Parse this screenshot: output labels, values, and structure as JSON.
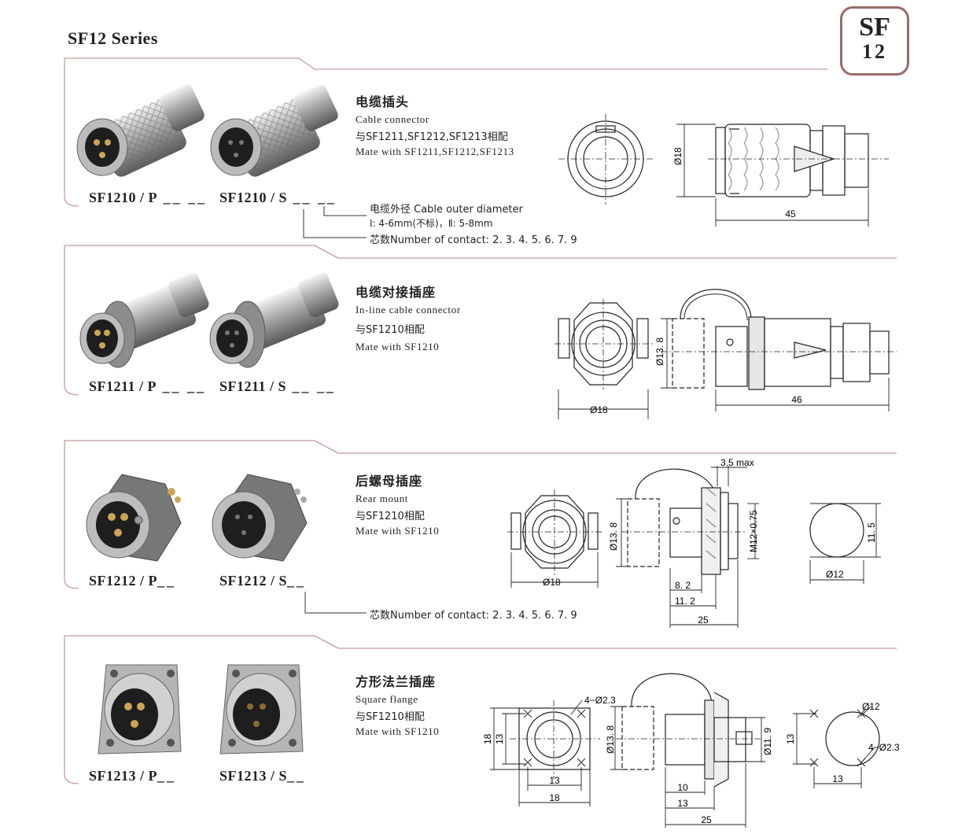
{
  "page": {
    "title": "SF12 Series",
    "badge_top": "SF",
    "badge_bottom": "12"
  },
  "sections": [
    {
      "models": [
        "SF1210 / P",
        "SF1210 / S"
      ],
      "title_cn": "电缆插头",
      "lines": [
        "Cable  connector",
        "与SF1211,SF1212,SF1213相配",
        "Mate with SF1211,SF1212,SF1213"
      ]
    },
    {
      "models": [
        "SF1211 / P",
        "SF1211 / S"
      ],
      "title_cn": "电缆对接插座",
      "lines": [
        "In-line cable connector",
        "与SF1210相配",
        "Mate  with  SF1210"
      ]
    },
    {
      "models": [
        "SF1212 / P",
        "SF1212 / S"
      ],
      "title_cn": "后螺母插座",
      "lines": [
        "Rear mount",
        "与SF1210相配",
        "Mate  with  SF1210"
      ]
    },
    {
      "models": [
        "SF1213 / P",
        "SF1213 / S"
      ],
      "title_cn": "方形法兰插座",
      "lines": [
        "Square flange",
        "与SF1210相配",
        "Mate  with  SF1210"
      ]
    }
  ],
  "notes": {
    "cable_diameter_title": "电缆外径 Cable outer diameter",
    "cable_diameter_values": "Ⅰ: 4-6mm(不标)，Ⅱ: 5-8mm",
    "contacts_1": "芯数Number  of  contact: 2. 3. 4. 5. 6. 7. 9",
    "contacts_3": "芯数Number  of  contact: 2. 3. 4. 5. 6. 7. 9"
  },
  "dims": {
    "s1": [
      "Ø18",
      "45"
    ],
    "s2": [
      "Ø13. 8",
      "Ø18",
      "46"
    ],
    "s3": [
      "3.5 max",
      "Ø13. 8",
      "M12×0.75",
      "8. 2",
      "11. 2",
      "25",
      "Ø18",
      "11. 5",
      "Ø12"
    ],
    "s4": [
      "4−Ø2.3",
      "18",
      "13",
      "13",
      "18",
      "Ø13. 8",
      "Ø11. 9",
      "10",
      "13",
      "25",
      "Ø12",
      "4−Ø2.3",
      "13",
      "13"
    ]
  }
}
